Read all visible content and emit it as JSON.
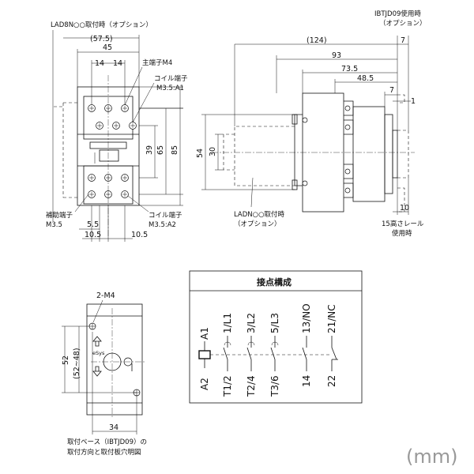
{
  "front_view": {
    "option_note": "LAD8N○○取付時（オプション）",
    "dim_width_option": "(57.5)",
    "dim_width": "45",
    "dim_pitch_left": "14",
    "dim_pitch_right": "14",
    "main_terminal": "主端子M4",
    "coil_terminal_top_line1": "コイル端子",
    "coil_terminal_top_line2": "M3.5:A1",
    "dim_39": "39",
    "dim_65": "65",
    "dim_85": "85",
    "aux_terminal_line1": "補助端子",
    "aux_terminal_line2": "M3.5",
    "coil_terminal_bottom_line1": "コイル端子",
    "coil_terminal_bottom_line2": "M3.5:A2",
    "dim_5_5": "5.5",
    "dim_10_5_left": "10.5",
    "dim_10_5_right": "10.5"
  },
  "side_view": {
    "option_note_line1": "IBTJD09使用時",
    "option_note_line2": "（オプション）",
    "dim_124": "(124)",
    "dim_7_top": "7",
    "dim_93": "93",
    "dim_73_5": "73.5",
    "dim_48_5": "48.5",
    "dim_7": "7",
    "dim_1": "1",
    "dim_54": "54",
    "dim_30": "30",
    "ladn_note_line1": "LADN○○取付時",
    "ladn_note_line2": "（オプション）",
    "dim_10": "10",
    "rail_note_line1": "15高さレール",
    "rail_note_line2": "使用時"
  },
  "mount_view": {
    "holes_label": "2-M4",
    "dim_52": "52",
    "dim_52_48": "(52~48)",
    "dim_34": "34",
    "caption_line1": "取付ベース（IBTJD09）の",
    "caption_line2": "取付方向と取付板穴明図"
  },
  "contacts": {
    "title": "接点構成",
    "top_labels": [
      "A1",
      "1/L1",
      "3/L2",
      "5/L3",
      "13/NO",
      "21/NC"
    ],
    "bottom_labels": [
      "A2",
      "T1/2",
      "T2/4",
      "T3/6",
      "14",
      "22"
    ]
  },
  "unit": "(mm)"
}
